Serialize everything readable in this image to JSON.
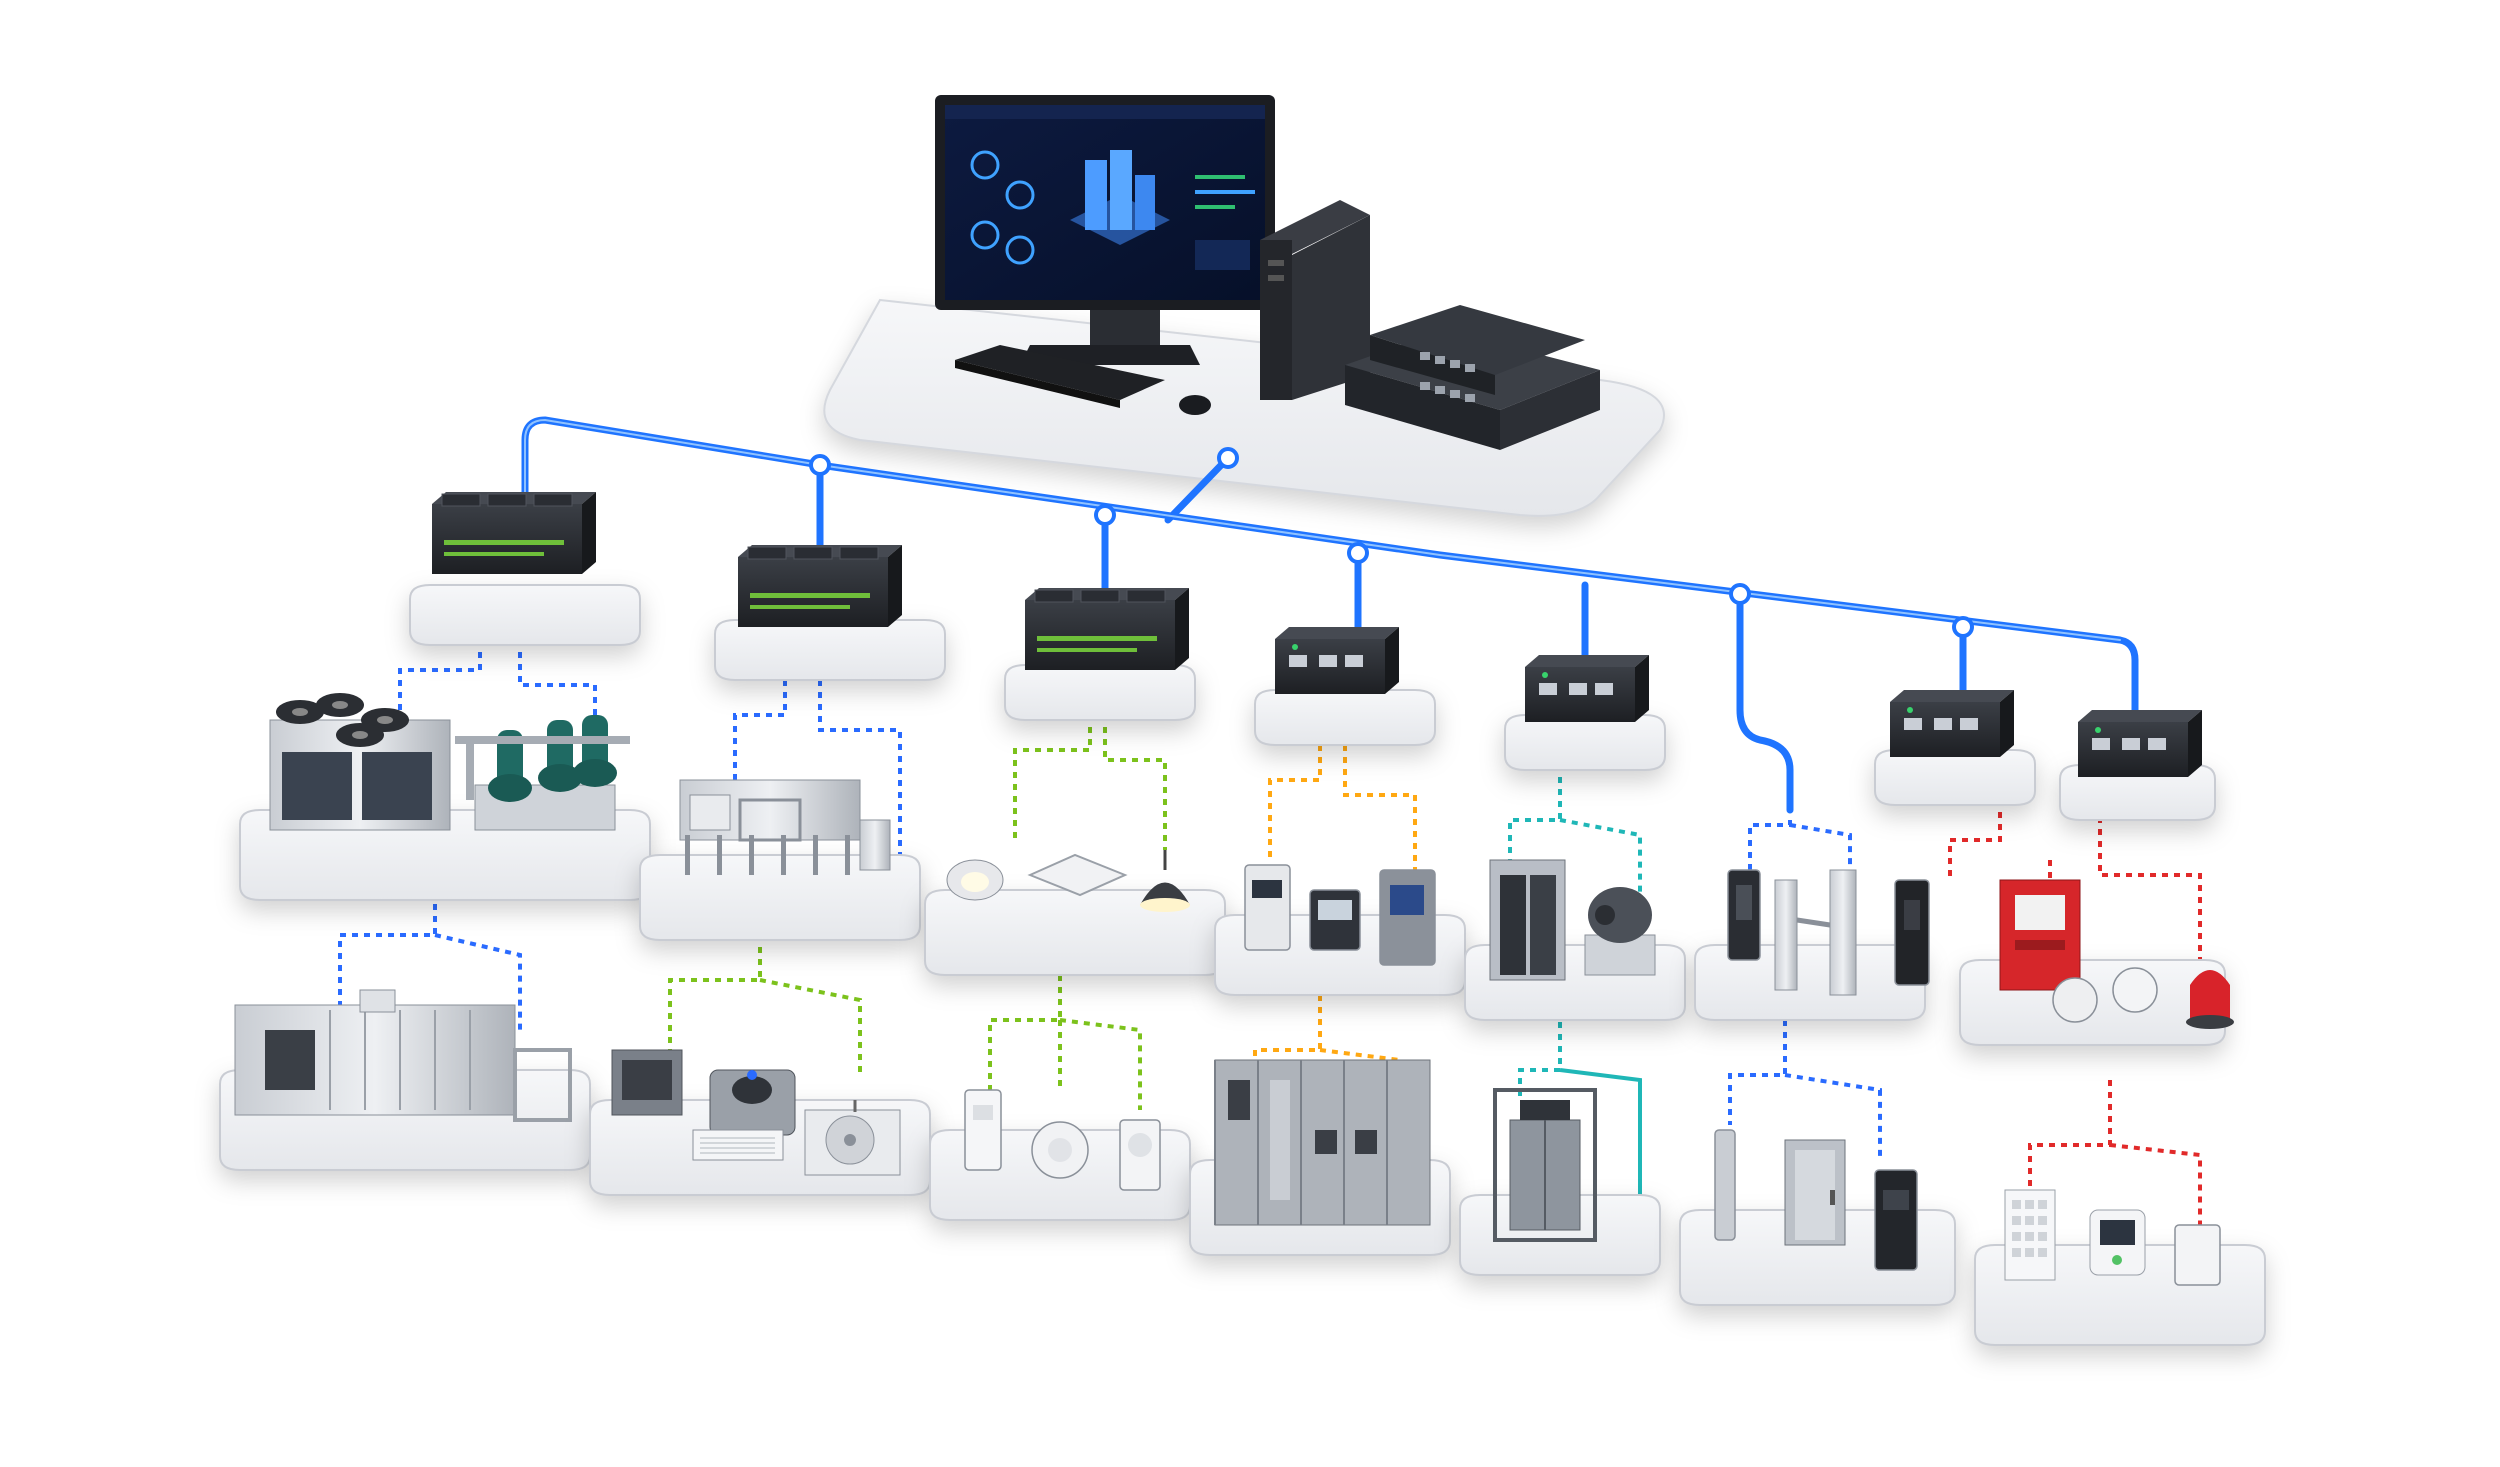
{
  "workstation": {
    "monitor": {
      "screen_bg": "#0b1636",
      "accent": "#3fa2ff",
      "building_color": "#4d9cff"
    },
    "icons": [
      "monitor-icon",
      "pc-tower-icon",
      "network-switch-icon",
      "keyboard-icon",
      "mouse-icon"
    ]
  },
  "network": {
    "backbone_color": "#1f74ff",
    "backbone_highlight": "#8fc2ff",
    "junction_fill": "#ffffff"
  },
  "colors": {
    "blue": "#2a6bff",
    "green": "#7cc21c",
    "orange": "#ffa812",
    "teal": "#1fb7b7",
    "red": "#e12a2a",
    "platform": "#eceef2",
    "platform_edge": "#c9ccd3",
    "device_dark": "#2b2e33",
    "device_body": "#b9bec6"
  },
  "columns": [
    {
      "controller": "ddc-controller-icon",
      "link_color": "blue",
      "tier1": [
        "cooling-tower-icon",
        "water-pump-icon"
      ],
      "tier2": [
        "air-handling-unit-icon"
      ]
    },
    {
      "controller": "ddc-controller-icon",
      "link_color": "blue",
      "tier1": [
        "ahu-frame-icon"
      ],
      "tier2": [
        "fan-coil-icon",
        "vav-box-icon",
        "air-conditioner-icon",
        "outdoor-unit-icon"
      ]
    },
    {
      "controller": "lighting-controller-icon",
      "link_color": "green",
      "tier1": [
        "downlight-icon",
        "panel-light-icon",
        "pendant-lamp-icon"
      ],
      "tier2": [
        "light-switch-icon",
        "occupancy-sensor-icon",
        "light-sensor-icon"
      ]
    },
    {
      "controller": "gateway-icon",
      "link_color": "orange",
      "tier1": [
        "energy-meter-icon",
        "power-meter-icon",
        "power-analyzer-icon"
      ],
      "tier2": [
        "switchgear-cabinet-icon"
      ]
    },
    {
      "controller": "gateway-icon",
      "link_color": "teal",
      "tier1": [
        "elevator-icon",
        "escalator-motor-icon"
      ],
      "tier2": [
        "elevator-shaft-icon"
      ]
    },
    {
      "controller": null,
      "link_color": "blue",
      "tier1": [
        "card-reader-icon",
        "turnstile-icon",
        "access-reader-icon"
      ],
      "tier2": [
        "door-sensor-icon",
        "door-icon",
        "access-keypad-icon"
      ]
    },
    {
      "controller": "gateway-icon",
      "link_color": "red",
      "tier1": [
        "fire-alarm-panel-icon",
        "smoke-detector-icon",
        "heat-detector-icon",
        "alarm-beacon-icon"
      ],
      "tier2": [
        "thermostat-icon",
        "air-quality-sensor-icon",
        "humidity-sensor-icon"
      ]
    },
    {
      "controller": "gateway-icon",
      "link_color": "red",
      "tier1": [],
      "tier2": []
    }
  ]
}
